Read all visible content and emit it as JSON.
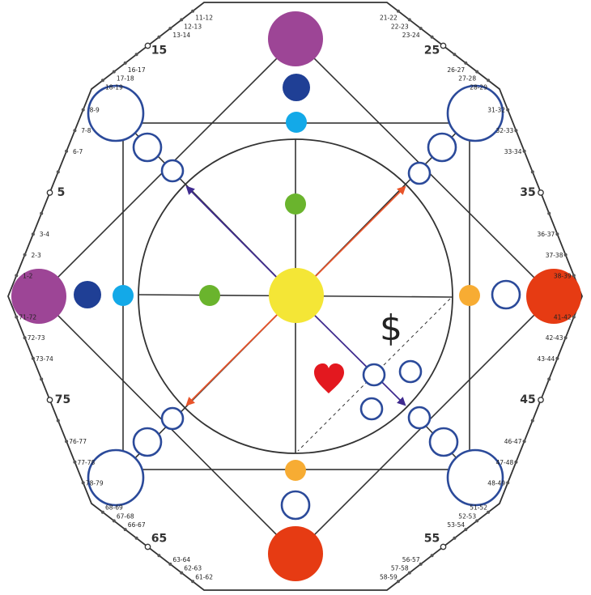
{
  "colors": {
    "line": "#333333",
    "ring_stroke": "#2b4a9a",
    "purple": "#9d4596",
    "navy": "#1f3f95",
    "cyan": "#13a9e8",
    "green": "#6ab42d",
    "yellow": "#f4e636",
    "orange": "#f7ac33",
    "red": "#e63b13",
    "heart": "#e3181f",
    "dollar": "#5fb234",
    "arrow_purple": "#3f2b8f",
    "arrow_orange": "#e8542a"
  },
  "icons": {
    "dollar": "dollar-sign-icon",
    "heart": "heart-icon"
  },
  "text": {
    "dollar": "$"
  },
  "milestones": [
    "5",
    "15",
    "25",
    "35",
    "45",
    "55",
    "65",
    "75"
  ],
  "age_labels": {
    "left_upper": [
      "8-9",
      "7-8",
      "6-7",
      "3-4",
      "2-3",
      "1-2"
    ],
    "top_left": [
      "11-12",
      "12-13",
      "13-14",
      "16-17",
      "17-18",
      "18-19"
    ],
    "top_right": [
      "21-22",
      "22-23",
      "23-24",
      "26-27",
      "27-28",
      "28-29"
    ],
    "right_upper": [
      "31-32",
      "32-33",
      "33-34",
      "36-37",
      "37-38",
      "38-39"
    ],
    "right_lower": [
      "41-42",
      "42-43",
      "43-44",
      "46-47",
      "47-48",
      "48-49"
    ],
    "bottom_right": [
      "51-52",
      "52-53",
      "53-54",
      "56-57",
      "57-58",
      "58-59"
    ],
    "bottom_left": [
      "61-62",
      "62-63",
      "63-64",
      "66-67",
      "67-68",
      "68-69"
    ],
    "left_lower": [
      "71-72",
      "72-73",
      "73-74",
      "76-77",
      "77-78",
      "78-79"
    ]
  }
}
